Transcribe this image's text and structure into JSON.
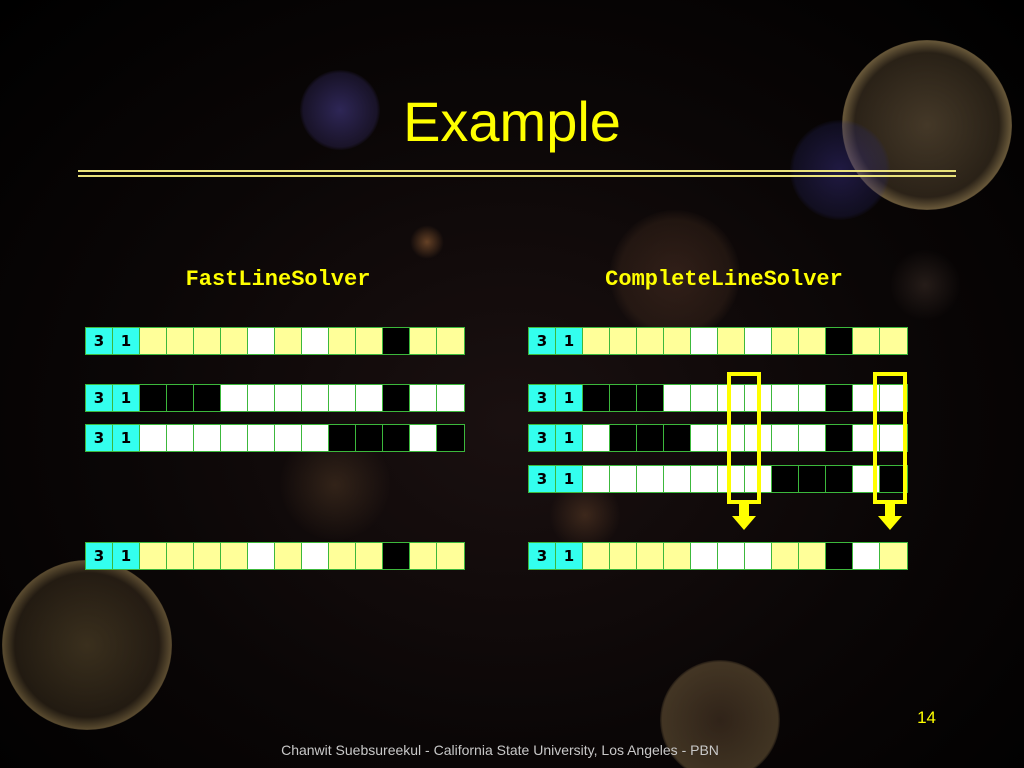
{
  "slide": {
    "title": "Example",
    "page_number": "14",
    "footer": "Chanwit Suebsureekul - California State University, Los Angeles - PBN"
  },
  "panels": {
    "fast": {
      "heading": "FastLineSolver",
      "rows": [
        {
          "clues": [
            "3",
            "1"
          ],
          "cells": "uuuuwuwuubuu"
        },
        {
          "clues": [
            "3",
            "1"
          ],
          "cells": "bbbwwwwwwbww"
        },
        {
          "clues": [
            "3",
            "1"
          ],
          "cells": "wwwwwwwbbbwb"
        },
        {
          "clues": [
            "3",
            "1"
          ],
          "cells": "uuuuwuwuubuu"
        }
      ]
    },
    "complete": {
      "heading": "CompleteLineSolver",
      "rows": [
        {
          "clues": [
            "3",
            "1"
          ],
          "cells": "uuuuwuwuubuu"
        },
        {
          "clues": [
            "3",
            "1"
          ],
          "cells": "bbbwwwwwwbww"
        },
        {
          "clues": [
            "3",
            "1"
          ],
          "cells": "wbbbwwwwwbww"
        },
        {
          "clues": [
            "3",
            "1"
          ],
          "cells": "wwwwwwwbbbwb"
        },
        {
          "clues": [
            "3",
            "1"
          ],
          "cells": "uuuuwwwuubwu"
        }
      ]
    }
  },
  "colors": {
    "unknown": "#ffff99",
    "white": "#ffffff",
    "black": "#000000",
    "clue": "#33ffee",
    "accent": "#ffff00"
  },
  "highlights": [
    {
      "column_index": 5
    },
    {
      "column_index": 10
    }
  ]
}
